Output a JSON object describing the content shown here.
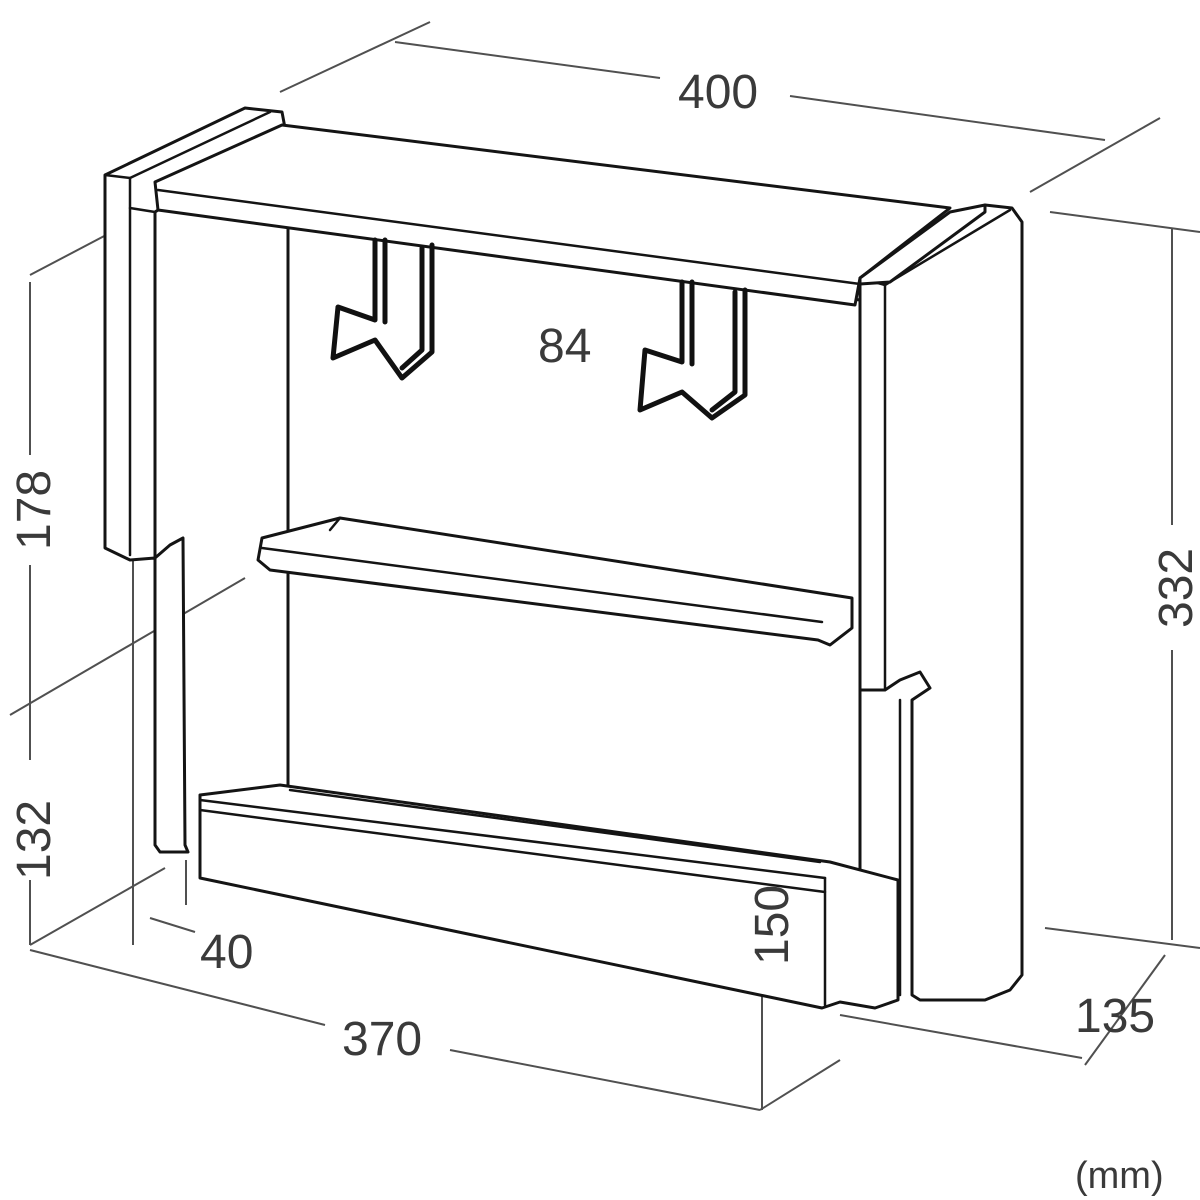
{
  "dimensions": {
    "width_top": "400",
    "hook_height": "84",
    "upper_section": "178",
    "lower_section": "132",
    "total_height": "332",
    "foot_depth": "40",
    "tray_height": "150",
    "depth": "135",
    "width_bottom": "370"
  },
  "units": "(mm)",
  "colors": {
    "line": "#141414",
    "dimension": "#505050",
    "text": "#3a3a3a",
    "background": "#ffffff"
  }
}
